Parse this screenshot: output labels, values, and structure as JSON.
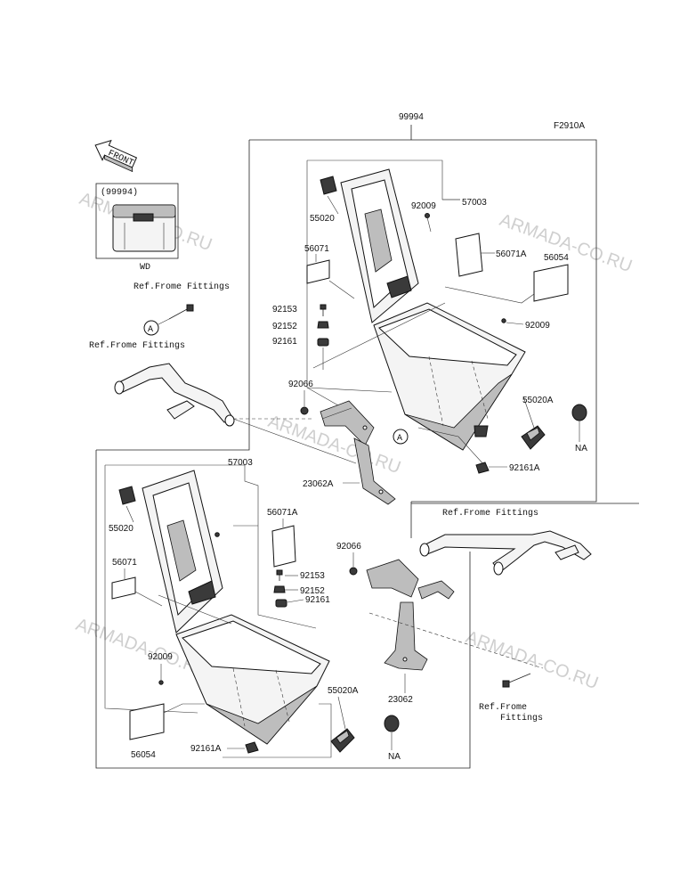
{
  "figure_code": "F2910A",
  "watermark": "ARMADA-CO.RU",
  "front_badge": "FRONT",
  "inset": {
    "code": "(99994)",
    "caption": "WD"
  },
  "circle_marker": "A",
  "labels": {
    "assembly": "99994",
    "case_upper": "57003",
    "case_lower": "57003",
    "lock_upper": "55020",
    "lock_lower": "55020",
    "screw_upper": "92009",
    "screw_right": "92009",
    "screw_lower": "92009",
    "sticker_a_upper": "56071A",
    "sticker_a_lower": "56071A",
    "sticker_upper_left": "56071",
    "sticker_lower_left": "56071",
    "plate_upper": "56054",
    "plate_lower": "56054",
    "bolt_upper": "92153",
    "bolt_lower": "92153",
    "nut_upper": "92152",
    "nut_lower": "92152",
    "collar_upper": "92161",
    "collar_lower": "92161",
    "damper_upper": "92161A",
    "damper_lower": "92161A",
    "latch_upper": "55020A",
    "latch_lower": "55020A",
    "na_upper": "NA",
    "na_lower": "NA",
    "spacer_upper": "92066",
    "spacer_lower": "92066",
    "bracket_upper": "23062A",
    "bracket_lower": "23062",
    "ref_frame_top": "Ref.Frome Fittings",
    "ref_frame_left": "Ref.Frome Fittings",
    "ref_frame_right": "Ref.Frome Fittings",
    "ref_frame_bottom_1": "Ref.Frome",
    "ref_frame_bottom_2": "Fittings"
  }
}
